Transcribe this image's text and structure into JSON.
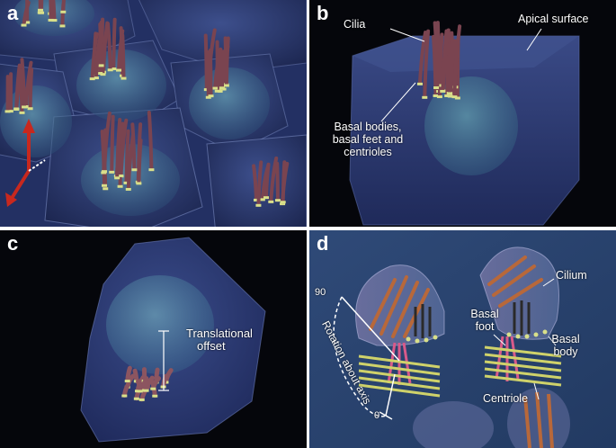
{
  "panels": {
    "a": {
      "letter": "a"
    },
    "b": {
      "letter": "b",
      "labels": {
        "cilia": "Cilia",
        "apical": "Apical surface",
        "basal_line1": "Basal bodies,",
        "basal_line2": "basal feet and",
        "basal_line3": "centrioles"
      }
    },
    "c": {
      "letter": "c",
      "labels": {
        "offset_line1": "Translational",
        "offset_line2": "offset"
      }
    },
    "d": {
      "letter": "d",
      "labels": {
        "ninety": "90",
        "zero": "0",
        "rotation": "Rotation about axis",
        "cilium": "Cilium",
        "foot_line1": "Basal",
        "foot_line2": "foot",
        "body_line1": "Basal",
        "body_line2": "body",
        "centriole": "Centriole"
      }
    }
  },
  "colors": {
    "panel_bg": "#05060b",
    "cell": "#2c3a6e",
    "nucleus": "#4f7d9a",
    "cilia": "#7a4450",
    "basal_body": "#d9e08a",
    "label": "#ffffff",
    "axis_arrow": "#c8281e",
    "foot_pink": "#d85a8a"
  }
}
